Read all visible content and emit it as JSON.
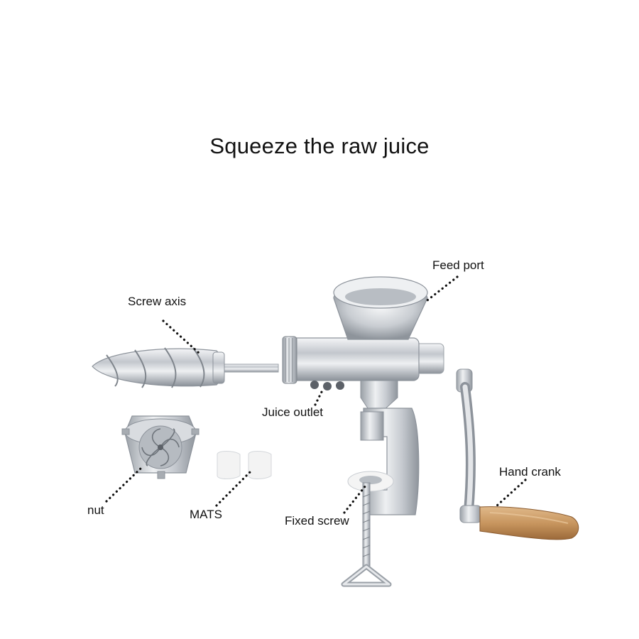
{
  "title": "Squeeze the raw juice",
  "labels": {
    "feed_port": "Feed port",
    "screw_axis": "Screw axis",
    "juice_outlet": "Juice outlet",
    "hand_crank": "Hand crank",
    "nut": "nut",
    "mats": "MATS",
    "fixed_screw": "Fixed screw"
  },
  "colors": {
    "background": "#ffffff",
    "steel": "#c9cdd3",
    "steel_dark": "#8d939b",
    "wood": "#c89a63",
    "text": "#111111"
  }
}
